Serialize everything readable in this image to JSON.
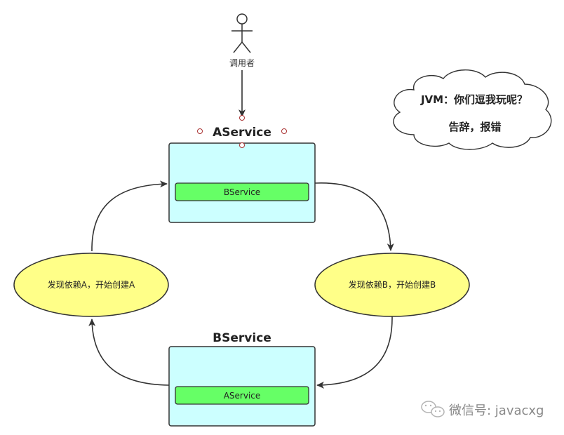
{
  "actor": {
    "label": "调用者"
  },
  "cloud": {
    "line1": "JVM：你们逗我玩呢？",
    "line2": "告辞，报错"
  },
  "aservice_box": {
    "title": "AService",
    "inner_label": "BService"
  },
  "bservice_box": {
    "title": "BService",
    "inner_label": "AService"
  },
  "ellipse_left": {
    "label": "发现依赖A，开始创建A"
  },
  "ellipse_right": {
    "label": "发现依赖B，开始创建B"
  },
  "watermark": {
    "text": "微信号: javacxg"
  },
  "colors": {
    "box_fill": "#ccffff",
    "inner_fill": "#66ff66",
    "ellipse_fill": "#ffff88",
    "stroke": "#333333",
    "handle": "#aa3333"
  }
}
